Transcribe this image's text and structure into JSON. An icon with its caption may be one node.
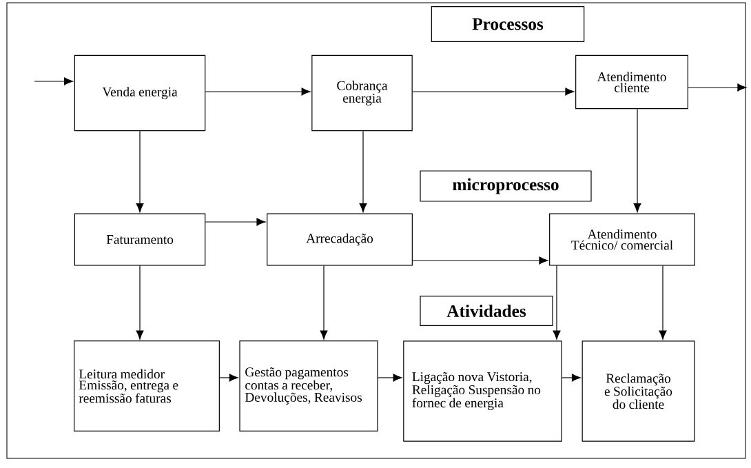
{
  "diagram": {
    "nodes": [
      {
        "text": [
          "Processos"
        ]
      },
      {
        "text": [
          "Venda energia"
        ]
      },
      {
        "text": [
          "Cobrança energia"
        ]
      },
      {
        "text": [
          "Atendimento cliente"
        ]
      },
      {
        "text": [
          "microprocesso"
        ]
      },
      {
        "text": [
          "Faturamento"
        ]
      },
      {
        "text": [
          "Arrecadação"
        ]
      },
      {
        "text": [
          "Atendimento Técnico/ comercial"
        ]
      },
      {
        "text": [
          "Atividades"
        ]
      },
      {
        "text": [
          "Leitura medidor Emissão, entrega e reemissão faturas"
        ]
      },
      {
        "text": [
          "Gestão pagamentos contas a receber, Devoluções, Reavisos"
        ]
      },
      {
        "text": [
          "Ligação nova Vistoria, Religação Suspensão no fornec de energia"
        ]
      },
      {
        "text": [
          "Reclamação e Solicitação do cliente"
        ]
      }
    ],
    "edges": [
      {
        "from": null,
        "to": 1,
        "arrow": "to"
      },
      {
        "from": 1,
        "to": 2,
        "arrow": "to"
      },
      {
        "from": 2,
        "to": 3,
        "arrow": "to"
      },
      {
        "from": 3,
        "to": null,
        "arrow": "to"
      },
      {
        "from": 1,
        "to": 5,
        "arrow": "to"
      },
      {
        "from": 2,
        "to": 6,
        "arrow": "to"
      },
      {
        "from": 3,
        "to": 7,
        "arrow": "to"
      },
      {
        "from": 5,
        "to": 6,
        "arrow": "to"
      },
      {
        "from": 6,
        "to": 7,
        "arrow": "to"
      },
      {
        "from": 5,
        "to": 9,
        "arrow": "to"
      },
      {
        "from": 6,
        "to": 10,
        "arrow": "to"
      },
      {
        "from": 7,
        "to": 11,
        "arrow": "to"
      },
      {
        "from": 7,
        "to": 12,
        "arrow": "to"
      },
      {
        "from": 9,
        "to": 10,
        "arrow": "to"
      },
      {
        "from": 10,
        "to": 11,
        "arrow": "to"
      },
      {
        "from": 11,
        "to": 12,
        "arrow": "to"
      }
    ]
  }
}
